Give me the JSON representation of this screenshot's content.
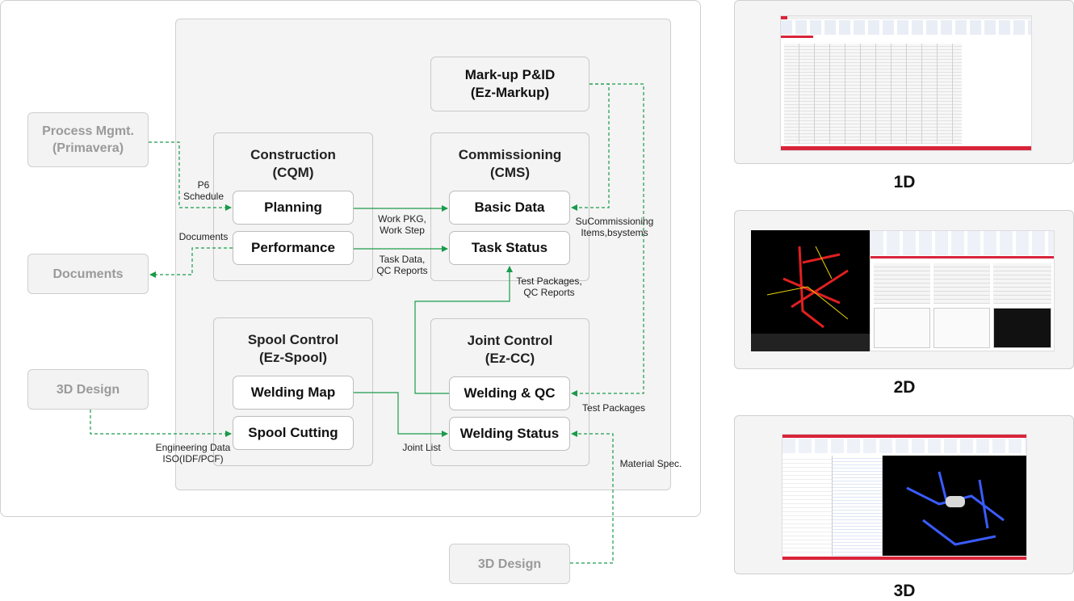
{
  "groups": {
    "construction": {
      "title": "Construction\n(CQM)"
    },
    "commissioning": {
      "title": "Commissioning\n(CMS)"
    },
    "spool": {
      "title": "Spool Control\n(Ez-Spool)"
    },
    "joint": {
      "title": "Joint Control\n(Ez-CC)"
    }
  },
  "modules": {
    "markup": "Mark-up P&ID\n(Ez-Markup)",
    "planning": "Planning",
    "performance": "Performance",
    "basic_data": "Basic Data",
    "task_status": "Task Status",
    "welding_map": "Welding Map",
    "spool_cutting": "Spool Cutting",
    "welding_qc": "Welding & QC",
    "welding_status": "Welding Status"
  },
  "externals": {
    "process": "Process Mgmt.\n(Primavera)",
    "documents": "Documents",
    "design_left": "3D Design",
    "design_bottom": "3D Design"
  },
  "labels": {
    "p6": "P6\nSchedule",
    "documents": "Documents",
    "workpkg": "Work PKG,\nWork Step",
    "taskdata": "Task Data,\nQC Reports",
    "sucomm": "SuCommissioning\nItems,bsystems",
    "testpkgqc": "Test Packages,\nQC Reports",
    "testpkg": "Test Packages",
    "jointlist": "Joint List",
    "engdata": "Engineering Data\nISO(IDF/PCF)",
    "matspec": "Material Spec."
  },
  "screenshots": [
    {
      "label": "1D"
    },
    {
      "label": "2D"
    },
    {
      "label": "3D"
    }
  ],
  "colors": {
    "arrow_green": "#1a9a4a",
    "accent_red": "#d8243a"
  }
}
